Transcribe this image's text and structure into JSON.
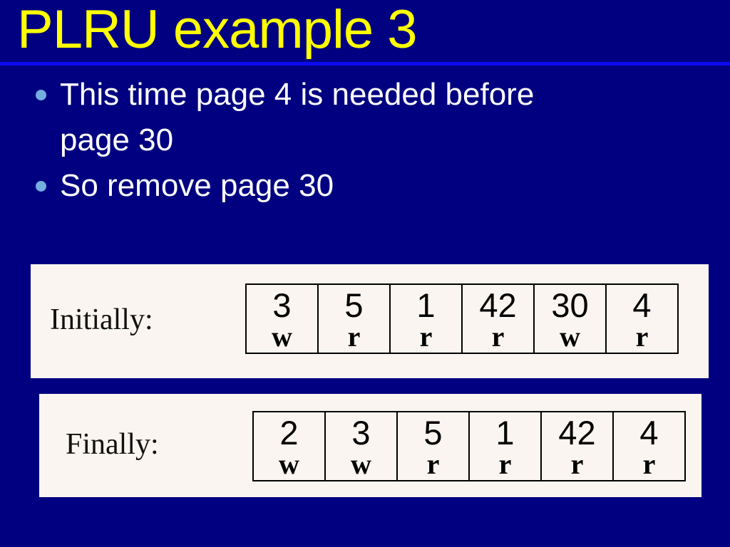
{
  "slide": {
    "title": "PLRU example 3",
    "bullets": [
      {
        "lines": [
          "This time page 4 is needed before",
          "page 30"
        ]
      },
      {
        "lines": [
          "So remove page 30"
        ]
      }
    ],
    "panels": [
      {
        "label": "Initially:",
        "cells": [
          {
            "page": "3",
            "op": "w"
          },
          {
            "page": "5",
            "op": "r"
          },
          {
            "page": "1",
            "op": "r"
          },
          {
            "page": "42",
            "op": "r"
          },
          {
            "page": "30",
            "op": "w"
          },
          {
            "page": "4",
            "op": "r"
          }
        ]
      },
      {
        "label": "Finally:",
        "cells": [
          {
            "page": "2",
            "op": "w"
          },
          {
            "page": "3",
            "op": "w"
          },
          {
            "page": "5",
            "op": "r"
          },
          {
            "page": "1",
            "op": "r"
          },
          {
            "page": "42",
            "op": "r"
          },
          {
            "page": "4",
            "op": "r"
          }
        ]
      }
    ],
    "colors": {
      "background": "#000080",
      "title_text": "#FFFF00",
      "title_rule": "#0B0BF0",
      "bullet_dot": "#74ADDF",
      "body_text": "#FFFFFF",
      "panel_background": "#FAF5F0",
      "table_border": "#000000",
      "table_text": "#000000"
    }
  }
}
